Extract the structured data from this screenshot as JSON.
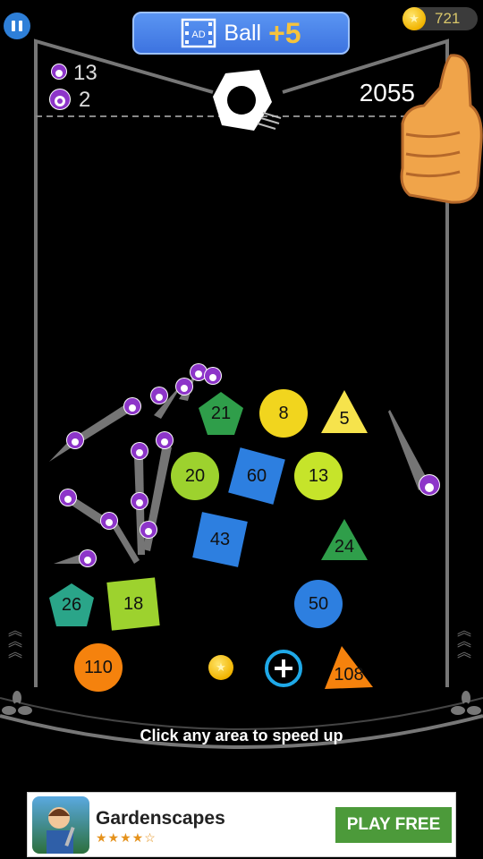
{
  "header": {
    "ad_button_label": "Ball",
    "ad_button_bonus": "+5",
    "ad_icon_text": "AD",
    "coin_count": "721"
  },
  "stats": {
    "balls_count": "13",
    "special_balls_count": "2",
    "score": "2055"
  },
  "blocks": [
    {
      "shape": "pentagon",
      "value": "21",
      "color": "#2f9e4a"
    },
    {
      "shape": "circle",
      "value": "8",
      "color": "#f1d51e"
    },
    {
      "shape": "triangle",
      "value": "5",
      "color": "#f6e34c"
    },
    {
      "shape": "circle",
      "value": "20",
      "color": "#9dd22e"
    },
    {
      "shape": "square",
      "value": "60",
      "color": "#2d7fe0"
    },
    {
      "shape": "circle",
      "value": "13",
      "color": "#c6e42a"
    },
    {
      "shape": "square",
      "value": "43",
      "color": "#2d7fe0"
    },
    {
      "shape": "triangle",
      "value": "24",
      "color": "#2f9e4a"
    },
    {
      "shape": "pentagon",
      "value": "26",
      "color": "#2aa589"
    },
    {
      "shape": "square",
      "value": "18",
      "color": "#9dd22e"
    },
    {
      "shape": "circle",
      "value": "50",
      "color": "#2d7fe0"
    },
    {
      "shape": "circle",
      "value": "110",
      "color": "#f5820d"
    },
    {
      "shape": "triangle",
      "value": "108",
      "color": "#f5820d"
    }
  ],
  "pickups": {
    "coin_icon": "coin-icon",
    "add_ball_icon": "plus-circle-icon"
  },
  "hint_text": "Click any area to speed up",
  "ad": {
    "title": "Gardenscapes",
    "stars": "★★★★☆",
    "cta": "PLAY FREE"
  }
}
